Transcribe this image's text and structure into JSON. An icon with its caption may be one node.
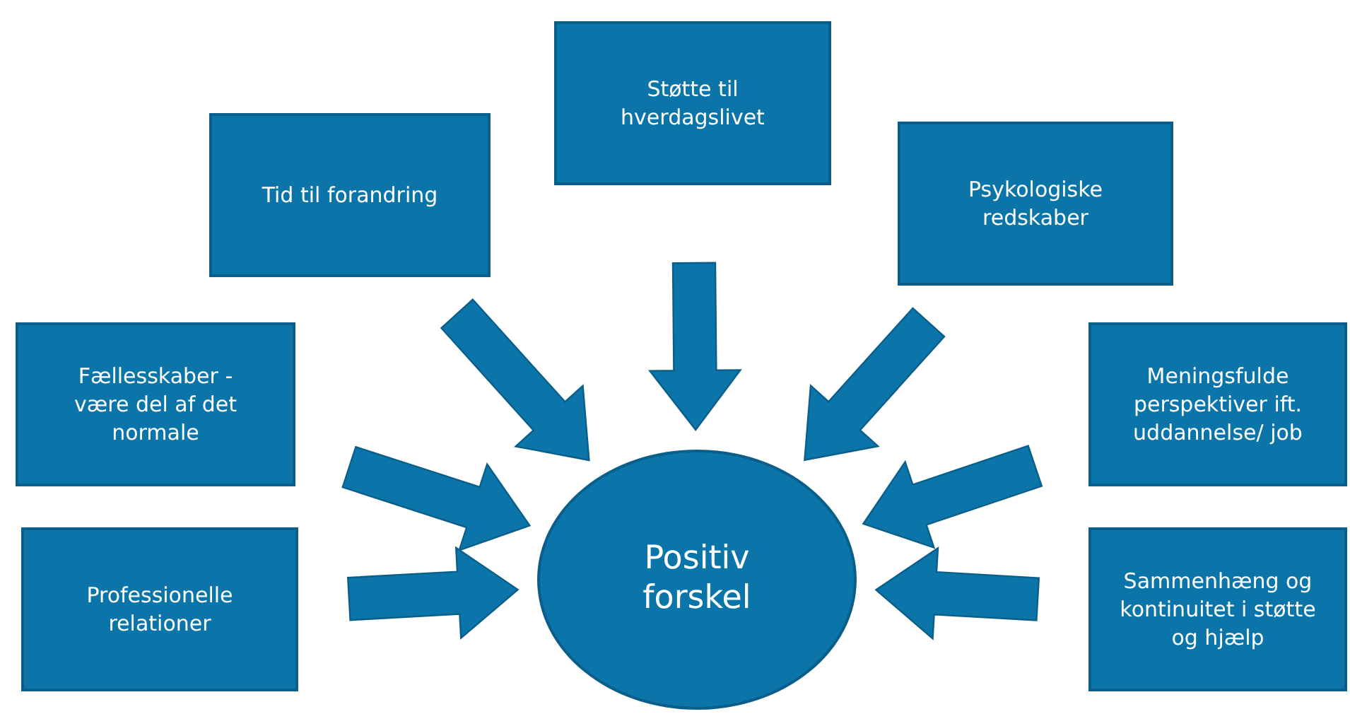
{
  "diagram": {
    "nodes": [
      {
        "text": [
          "Tid til forandring"
        ]
      },
      {
        "text": [
          "Støtte til hverdagslivet"
        ]
      },
      {
        "text": [
          "Psykologiske redskaber"
        ]
      },
      {
        "text": [
          "Fællesskaber - være del af det normale"
        ]
      },
      {
        "text": [
          "Meningsfulde perspektiver ift. uddannelse/ job"
        ]
      },
      {
        "text": [
          "Professionelle relationer"
        ]
      },
      {
        "text": [
          "Sammenhæng og kontinuitet i støtte og hjælp"
        ]
      },
      {
        "text": [
          "Positiv forskel"
        ]
      }
    ],
    "edges": [
      {
        "from": 0,
        "to": 7,
        "arrow": "to"
      },
      {
        "from": 1,
        "to": 7,
        "arrow": "to"
      },
      {
        "from": 2,
        "to": 7,
        "arrow": "to"
      },
      {
        "from": 3,
        "to": 7,
        "arrow": "to"
      },
      {
        "from": 4,
        "to": 7,
        "arrow": "to"
      },
      {
        "from": 5,
        "to": 7,
        "arrow": "to"
      },
      {
        "from": 6,
        "to": 7,
        "arrow": "to"
      }
    ]
  }
}
